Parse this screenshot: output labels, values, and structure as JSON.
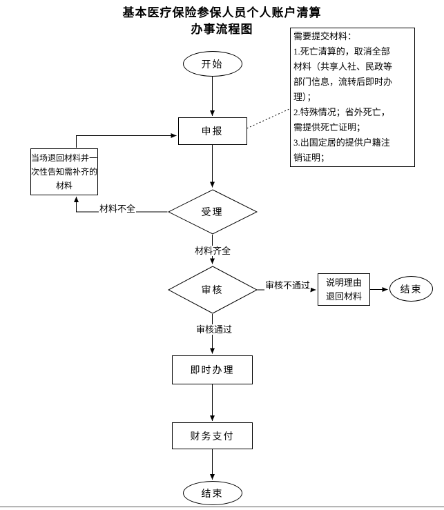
{
  "title": {
    "line1": "基本医疗保险参保人员个人账户清算",
    "line2": "办事流程图"
  },
  "note": {
    "text": "需要提交材料：\n1.死亡清算的，取消全部\n材料（共享人社、民政等\n部门信息，流转后即时办\n理）；\n2.特殊情况；省外死亡，\n需提供死亡证明；\n3.出国定居的提供户籍注\n销证明；"
  },
  "nodes": {
    "start": "开始",
    "declare": "申报",
    "accept": "受理",
    "return_box": "当场退回材料并一\n次性告知需补齐的\n材料",
    "review": "审核",
    "explain": "说明理由\n退回材料",
    "end_right": "结束",
    "process": "即时办理",
    "payment": "财务支付",
    "end_bottom": "结束"
  },
  "edge_labels": {
    "incomplete": "材料不全",
    "complete": "材料齐全",
    "fail": "审核不通过",
    "pass": "审核通过"
  },
  "colors": {
    "line": "#000000",
    "background": "#ffffff"
  }
}
